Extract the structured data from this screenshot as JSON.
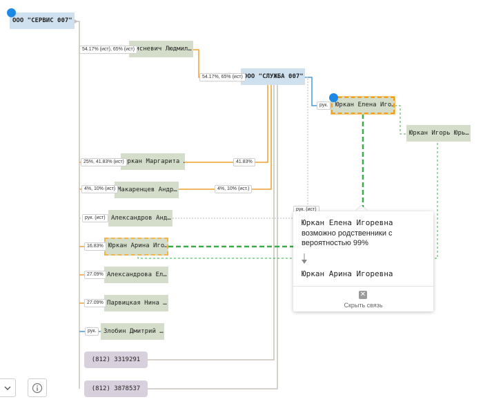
{
  "nodes": {
    "servis": "ООО \"СЕРВИС 007\"",
    "sluzhba": "ООО \"СЛУЖБА 007\"",
    "lisnevich": "Лисневич Людмил…",
    "elena": "Юркан Елена Иго…",
    "igor": "Юркан Игорь Юрь…",
    "margarita": "Юркан Маргарита …",
    "makarentsev": "Макаренцев Андр…",
    "aleksandrov": "Александров Анд…",
    "arina": "Юркан Арина Иго…",
    "aleksandrova": "Александрова Ел…",
    "parvitskaya": "Парвицкая Нина …",
    "zlobin": "Злобин Дмитрий …",
    "phone1": "(812) 3319291",
    "phone2": "(812) 3878537"
  },
  "edge_labels": {
    "lisnevich_servis": "54.17% (ист), 65% (ист)",
    "lisnevich_sluzhba": "54.17%, 65% (ист)",
    "elena_sluzhba": "рук.",
    "margarita_servis": "25%, 41.83% (ист)",
    "margarita_sluzhba": "41.83%",
    "makarentsev_servis": "4%, 10% (ист)",
    "makarentsev_sluzhba": "4%, 10% (ист.)",
    "aleksandrov_servis": "рук. (ист)",
    "aleksandrov_sluzhba": "рук. (ист)",
    "arina_servis": "16.83%",
    "aleksandrova_servis": "27.09%",
    "parvitskaya_servis": "27.09%",
    "zlobin_servis": "рук."
  },
  "popup": {
    "from_name": "Юркан Елена Игоревна",
    "relation_text": "возможно родственники с вероятностью 99%",
    "to_name": "Юркан Арина Игоревна",
    "hide_label": "Скрыть связь",
    "close_icon": "close-icon"
  },
  "colors": {
    "ownership": "#f0a030",
    "management": "#4a9ad8",
    "phone_link": "#c9c0b8",
    "relative": "#3daa4a",
    "org_node": "#cfe0ee",
    "person_node": "#d4ddca",
    "phone_node": "#d8d0dc"
  },
  "controls": {
    "dropdown_icon": "chevron-down-icon",
    "info_icon": "info-icon"
  }
}
